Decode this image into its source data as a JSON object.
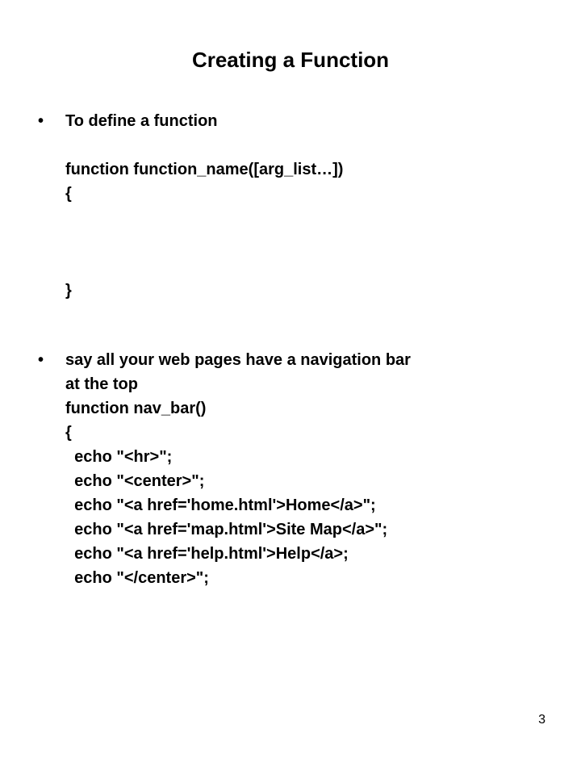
{
  "slide": {
    "title": "Creating a Function",
    "page_number": "3"
  },
  "bullets": [
    {
      "lines": [
        "To define a function",
        "",
        "function function_name([arg_list…])",
        "{",
        "",
        "",
        "",
        "}"
      ]
    },
    {
      "lines": [
        "say all your web pages have a navigation bar",
        "at the top",
        "function nav_bar()",
        "{",
        "  echo \"<hr>\";",
        "  echo \"<center>\";",
        "  echo \"<a href='home.html'>Home</a>\";",
        "  echo \"<a href='map.html'>Site Map</a>\";",
        "  echo \"<a href='help.html'>Help</a>;",
        "  echo \"</center>\";"
      ]
    }
  ]
}
